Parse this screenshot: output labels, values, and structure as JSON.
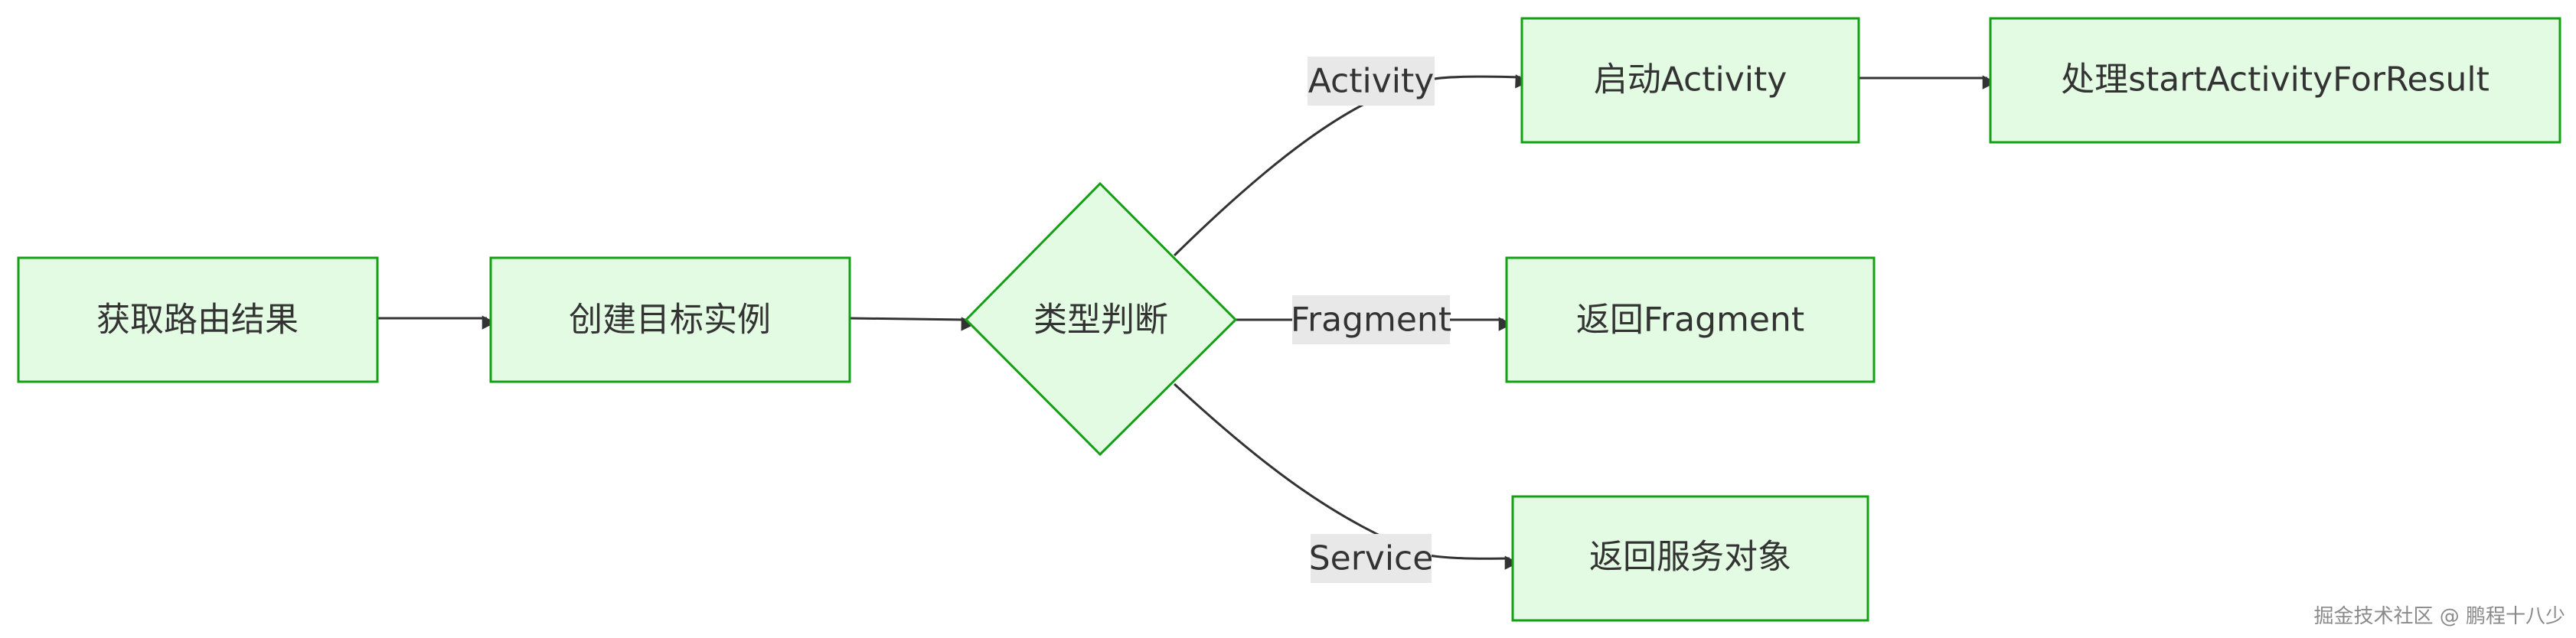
{
  "nodes": {
    "get_route_result": "获取路由结果",
    "create_instance": "创建目标实例",
    "type_check": "类型判断",
    "start_activity": "启动Activity",
    "handle_result": "处理startActivityForResult",
    "return_fragment": "返回Fragment",
    "return_service": "返回服务对象"
  },
  "edges": {
    "activity": "Activity",
    "fragment": "Fragment",
    "service": "Service"
  },
  "watermark": "掘金技术社区 @ 鹏程十八少",
  "colors": {
    "node_fill": "#e3fbe3",
    "node_stroke": "#13a013",
    "edge": "#333333",
    "edge_label_bg": "#e8e8e8"
  }
}
